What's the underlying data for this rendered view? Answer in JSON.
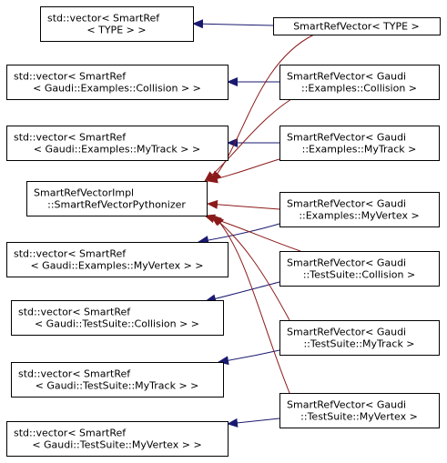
{
  "colors": {
    "inherit_edge": "#191970",
    "template_edge": "#8b1a1a",
    "node_border": "#000000",
    "node_fill": "#ffffff"
  },
  "nodes": [
    {
      "id": "vec_type",
      "lines": [
        "std::vector< SmartRef",
        "< TYPE > >"
      ]
    },
    {
      "id": "srv_type",
      "lines": [
        "SmartRefVector< TYPE >"
      ]
    },
    {
      "id": "vec_ex_collision",
      "lines": [
        "std::vector< SmartRef",
        "< Gaudi::Examples::Collision > >"
      ]
    },
    {
      "id": "srv_ex_collision",
      "lines": [
        "SmartRefVector< Gaudi",
        "::Examples::Collision >"
      ]
    },
    {
      "id": "vec_ex_mytrack",
      "lines": [
        "std::vector< SmartRef",
        "< Gaudi::Examples::MyTrack > >"
      ]
    },
    {
      "id": "srv_ex_mytrack",
      "lines": [
        "SmartRefVector< Gaudi",
        "::Examples::MyTrack >"
      ]
    },
    {
      "id": "pythonizer",
      "lines": [
        "SmartRefVectorImpl",
        "::SmartRefVectorPythonizer"
      ]
    },
    {
      "id": "srv_ex_myvertex",
      "lines": [
        "SmartRefVector< Gaudi",
        "::Examples::MyVertex >"
      ]
    },
    {
      "id": "vec_ex_myvertex",
      "lines": [
        "std::vector< SmartRef",
        "< Gaudi::Examples::MyVertex > >"
      ]
    },
    {
      "id": "srv_ts_collision",
      "lines": [
        "SmartRefVector< Gaudi",
        "::TestSuite::Collision >"
      ]
    },
    {
      "id": "vec_ts_collision",
      "lines": [
        "std::vector< SmartRef",
        "< Gaudi::TestSuite::Collision > >"
      ]
    },
    {
      "id": "srv_ts_mytrack",
      "lines": [
        "SmartRefVector< Gaudi",
        "::TestSuite::MyTrack >"
      ]
    },
    {
      "id": "vec_ts_mytrack",
      "lines": [
        "std::vector< SmartRef",
        "< Gaudi::TestSuite::MyTrack > >"
      ]
    },
    {
      "id": "srv_ts_myvertex",
      "lines": [
        "SmartRefVector< Gaudi",
        "::TestSuite::MyVertex >"
      ]
    },
    {
      "id": "vec_ts_myvertex",
      "lines": [
        "std::vector< SmartRef",
        "< Gaudi::TestSuite::MyVertex > >"
      ]
    }
  ],
  "edges": [
    {
      "from": "srv_type",
      "to": "vec_type",
      "kind": "inherit"
    },
    {
      "from": "srv_ex_collision",
      "to": "vec_ex_collision",
      "kind": "inherit"
    },
    {
      "from": "srv_ex_mytrack",
      "to": "vec_ex_mytrack",
      "kind": "inherit"
    },
    {
      "from": "srv_ex_myvertex",
      "to": "vec_ex_myvertex",
      "kind": "inherit"
    },
    {
      "from": "srv_ts_collision",
      "to": "vec_ts_collision",
      "kind": "inherit"
    },
    {
      "from": "srv_ts_mytrack",
      "to": "vec_ts_mytrack",
      "kind": "inherit"
    },
    {
      "from": "srv_ts_myvertex",
      "to": "vec_ts_myvertex",
      "kind": "inherit"
    },
    {
      "from": "srv_type",
      "to": "pythonizer",
      "kind": "template"
    },
    {
      "from": "srv_ex_collision",
      "to": "pythonizer",
      "kind": "template"
    },
    {
      "from": "srv_ex_mytrack",
      "to": "pythonizer",
      "kind": "template"
    },
    {
      "from": "srv_ex_myvertex",
      "to": "pythonizer",
      "kind": "template"
    },
    {
      "from": "srv_ts_collision",
      "to": "pythonizer",
      "kind": "template"
    },
    {
      "from": "srv_ts_mytrack",
      "to": "pythonizer",
      "kind": "template"
    },
    {
      "from": "srv_ts_myvertex",
      "to": "pythonizer",
      "kind": "template"
    }
  ]
}
